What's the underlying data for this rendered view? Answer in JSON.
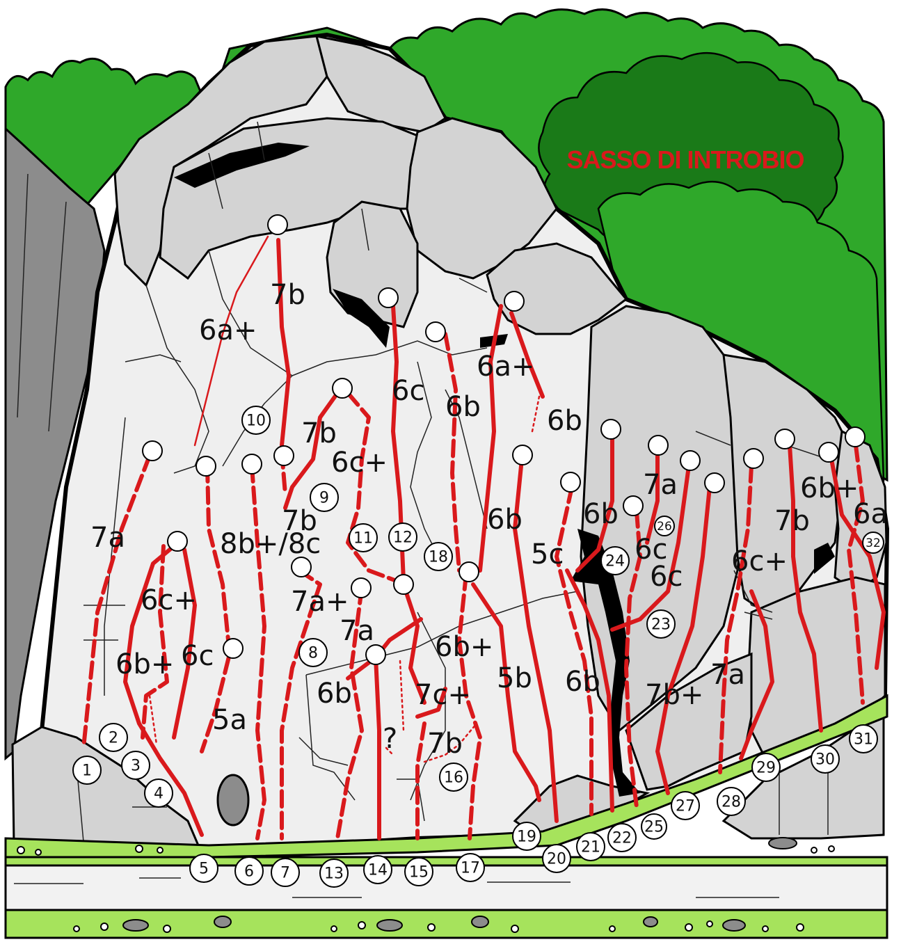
{
  "title": "SASSO DI INTROBIO",
  "colors": {
    "route": "#d9191c",
    "title": "#d9191c",
    "forest_light": "#2fa82a",
    "forest_dark": "#1a7a18",
    "grass": "#a6e35c",
    "rock": "#d3d3d3",
    "rock_face": "#efefef",
    "cliff_left": "#8c8c8c"
  },
  "grades": [
    {
      "label": "7b"
    },
    {
      "label": "6a+"
    },
    {
      "label": "6c"
    },
    {
      "label": "6a+"
    },
    {
      "label": "6b"
    },
    {
      "label": "6b"
    },
    {
      "label": "7b"
    },
    {
      "label": "6c+"
    },
    {
      "label": "6b+"
    },
    {
      "label": "7a"
    },
    {
      "label": "6b"
    },
    {
      "label": "6b"
    },
    {
      "label": "7b"
    },
    {
      "label": "8b+/8c"
    },
    {
      "label": "7a"
    },
    {
      "label": "6a"
    },
    {
      "label": "7b"
    },
    {
      "label": "6c"
    },
    {
      "label": "6c"
    },
    {
      "label": "5c"
    },
    {
      "label": "6c+"
    },
    {
      "label": "6c+"
    },
    {
      "label": "7a+"
    },
    {
      "label": "7a"
    },
    {
      "label": "6b+"
    },
    {
      "label": "6b+"
    },
    {
      "label": "6c"
    },
    {
      "label": "5a"
    },
    {
      "label": "6b"
    },
    {
      "label": "5b"
    },
    {
      "label": "6b"
    },
    {
      "label": "7c+"
    },
    {
      "label": "7b+"
    },
    {
      "label": "7a"
    },
    {
      "label": "7b"
    },
    {
      "label": "?"
    }
  ],
  "route_numbers": [
    "1",
    "2",
    "3",
    "4",
    "5",
    "6",
    "7",
    "8",
    "9",
    "10",
    "11",
    "12",
    "13",
    "14",
    "15",
    "16",
    "17",
    "18",
    "19",
    "20",
    "21",
    "22",
    "23",
    "24",
    "25",
    "26",
    "27",
    "28",
    "29",
    "30",
    "31",
    "32"
  ]
}
